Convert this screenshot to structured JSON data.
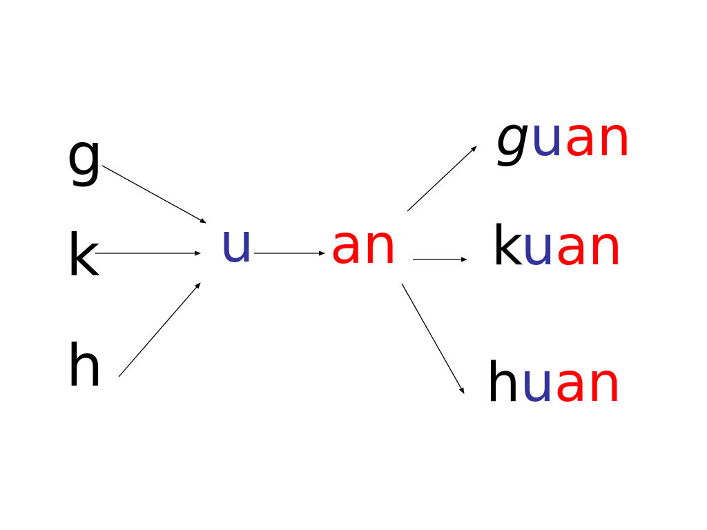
{
  "initials": {
    "g": "g",
    "k": "k",
    "h": "h"
  },
  "medial": "u",
  "final": "an",
  "results": [
    {
      "initial": "g",
      "medial": "u",
      "final": "an"
    },
    {
      "initial": "k",
      "medial": "u",
      "final": "an"
    },
    {
      "initial": "h",
      "medial": "u",
      "final": "an"
    }
  ],
  "colors": {
    "initial": "#000000",
    "medial": "#333399",
    "final": "#ff0000"
  }
}
